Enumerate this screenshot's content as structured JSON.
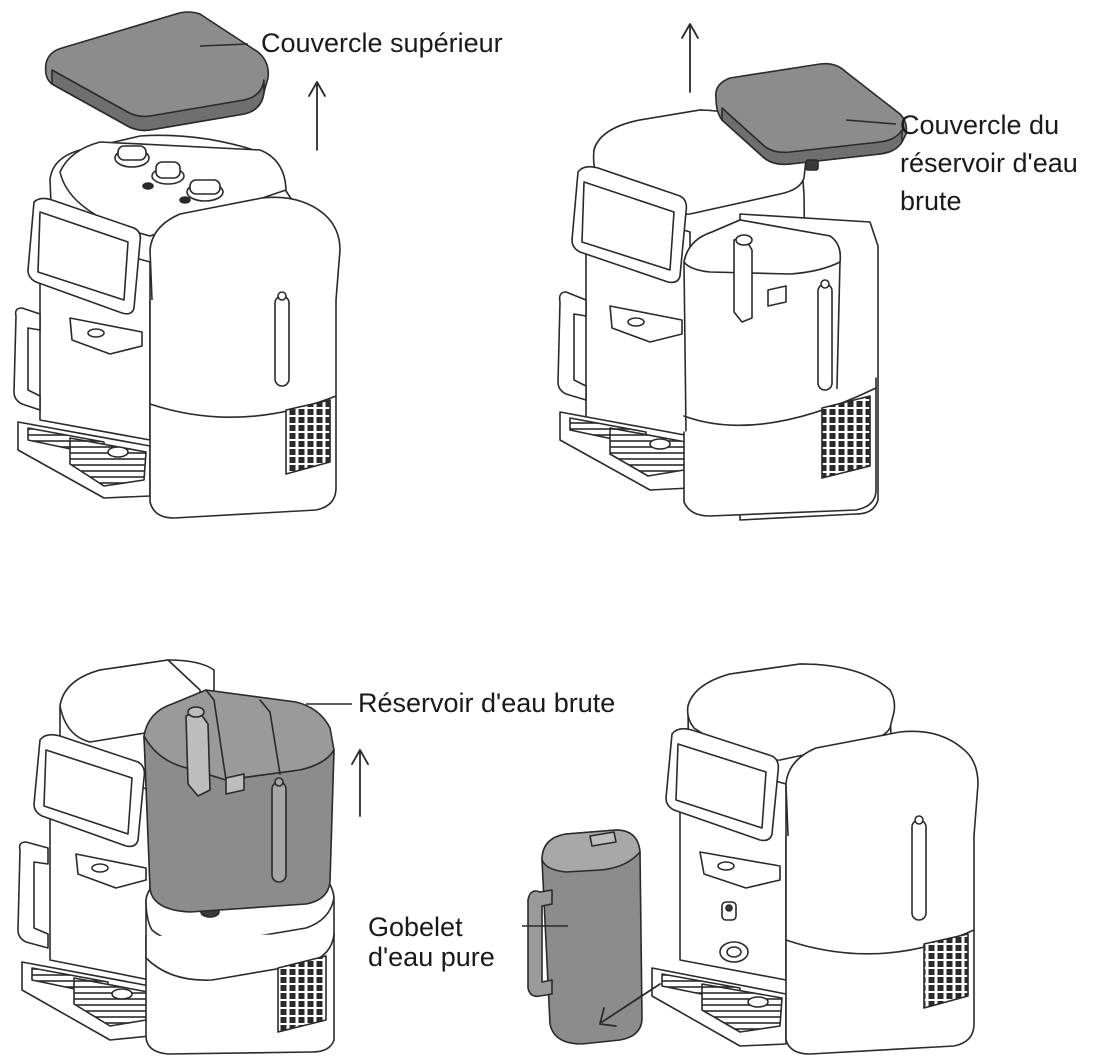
{
  "labels": {
    "top_cover": "Couvercle supérieur",
    "tank_cover_lines": [
      "Couvercle du",
      "réservoir d'eau",
      "brute"
    ],
    "raw_tank": "Réservoir d'eau brute",
    "pure_cup_lines": [
      "Gobelet",
      "d'eau pure"
    ]
  },
  "colors": {
    "stroke": "#2a2a2a",
    "part_fill": "#8c8c8c",
    "body_fill": "#ffffff",
    "dark_fill": "#3a3a3a"
  },
  "icons": [
    "arrow-up-icon",
    "arrow-down-left-icon",
    "leader-line-icon"
  ]
}
